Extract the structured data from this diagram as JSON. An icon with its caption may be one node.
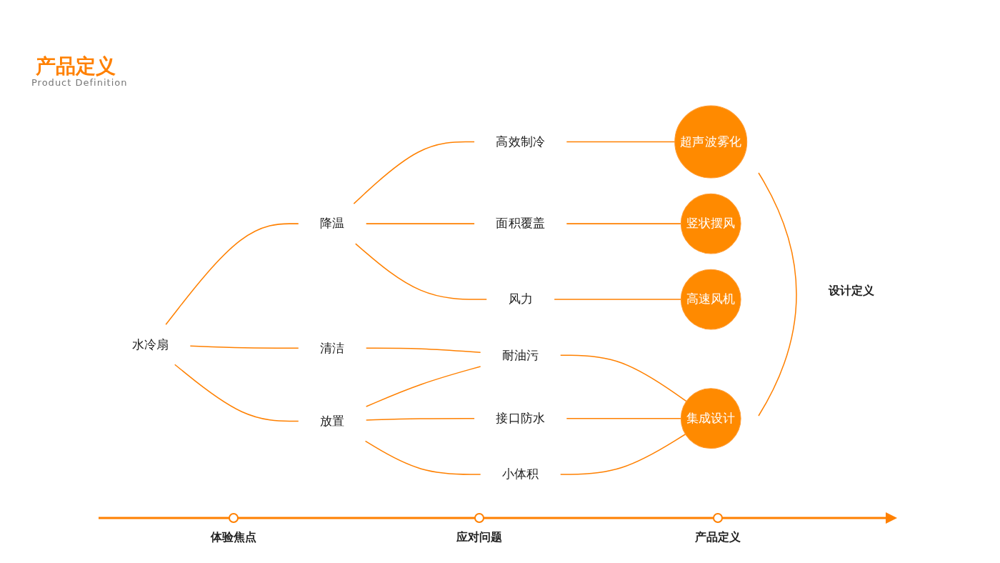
{
  "diagram": {
    "title": "产品定义",
    "nodes": [
      {
        "text": [
          "水冷扇"
        ]
      },
      {
        "text": [
          "降温"
        ]
      },
      {
        "text": [
          "清洁"
        ]
      },
      {
        "text": [
          "放置"
        ]
      },
      {
        "text": [
          "高效制冷"
        ]
      },
      {
        "text": [
          "面积覆盖"
        ]
      },
      {
        "text": [
          "风力"
        ]
      },
      {
        "text": [
          "耐油污"
        ]
      },
      {
        "text": [
          "接口防水"
        ]
      },
      {
        "text": [
          "小体积"
        ]
      },
      {
        "text": [
          "高速风机"
        ]
      },
      {
        "text": [
          "超声波雾化"
        ]
      },
      {
        "text": [
          "竖状摆风"
        ]
      },
      {
        "text": [
          "集成设计"
        ]
      }
    ],
    "edges": [
      {
        "from": 0,
        "to": 1,
        "arrow": "none"
      },
      {
        "from": 0,
        "to": 2,
        "arrow": "none"
      },
      {
        "from": 0,
        "to": 3,
        "arrow": "none"
      },
      {
        "from": 1,
        "to": 4,
        "arrow": "none"
      },
      {
        "from": 1,
        "to": 5,
        "arrow": "none"
      },
      {
        "from": 1,
        "to": 6,
        "arrow": "none"
      },
      {
        "from": 2,
        "to": 7,
        "arrow": "none"
      },
      {
        "from": 3,
        "to": 7,
        "arrow": "none"
      },
      {
        "from": 3,
        "to": 8,
        "arrow": "none"
      },
      {
        "from": 3,
        "to": 9,
        "arrow": "none"
      },
      {
        "from": 4,
        "to": 11,
        "arrow": "none"
      },
      {
        "from": 5,
        "to": 12,
        "arrow": "none"
      },
      {
        "from": 6,
        "to": 10,
        "arrow": "none"
      },
      {
        "from": 7,
        "to": 13,
        "arrow": "none"
      },
      {
        "from": 8,
        "to": 13,
        "arrow": "none"
      },
      {
        "from": 9,
        "to": 13,
        "arrow": "none"
      }
    ],
    "labels": [
      "Product Definition",
      "设计定义",
      "体验焦点",
      "应对问题",
      "产品定义"
    ]
  }
}
